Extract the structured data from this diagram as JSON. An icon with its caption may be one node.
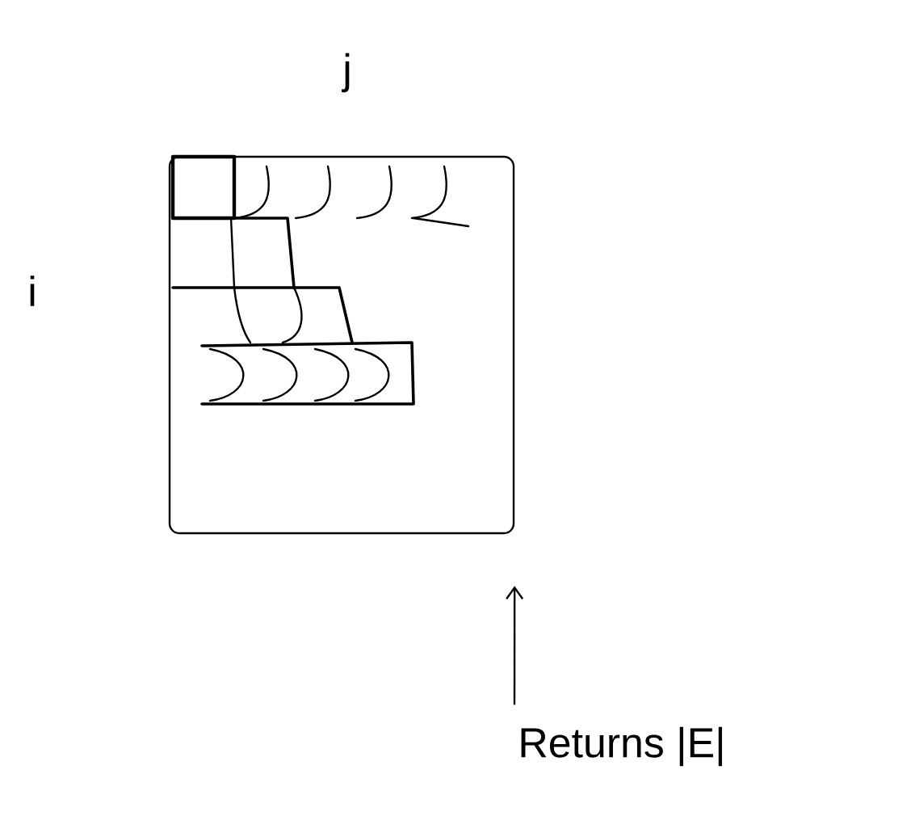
{
  "diagram": {
    "nodes": [
      {
        "text": [],
        "shape": "box"
      },
      {
        "text": [
          "Returns |E|"
        ]
      }
    ],
    "edges": [
      {
        "from": 1,
        "to": 0,
        "arrow": "to"
      }
    ],
    "labels": [
      "j",
      "i"
    ]
  }
}
